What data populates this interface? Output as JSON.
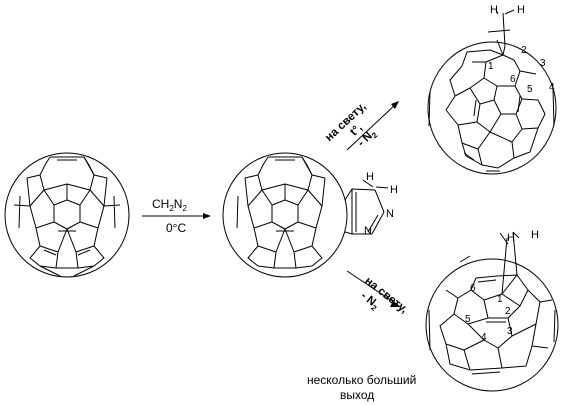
{
  "reagent": {
    "formula": "CH",
    "subscript": "2",
    "atom": "N",
    "atom_subscript": "2",
    "temperature": "0°C"
  },
  "upper_condition": {
    "line1": "на свету,",
    "line2": "t°,",
    "line3": "- N",
    "line3_subscript": "2"
  },
  "lower_condition": {
    "line1": "на свету,",
    "line2": "- N",
    "line2_subscript": "2"
  },
  "atoms": {
    "hydrogen": "H",
    "nitrogen": "N"
  },
  "upper_numbers": [
    "1",
    "2",
    "3",
    "4",
    "5",
    "6"
  ],
  "lower_numbers": [
    "1",
    "2",
    "3",
    "4",
    "5",
    "6"
  ],
  "note": {
    "line1": "несколько больший",
    "line2": "выход"
  }
}
